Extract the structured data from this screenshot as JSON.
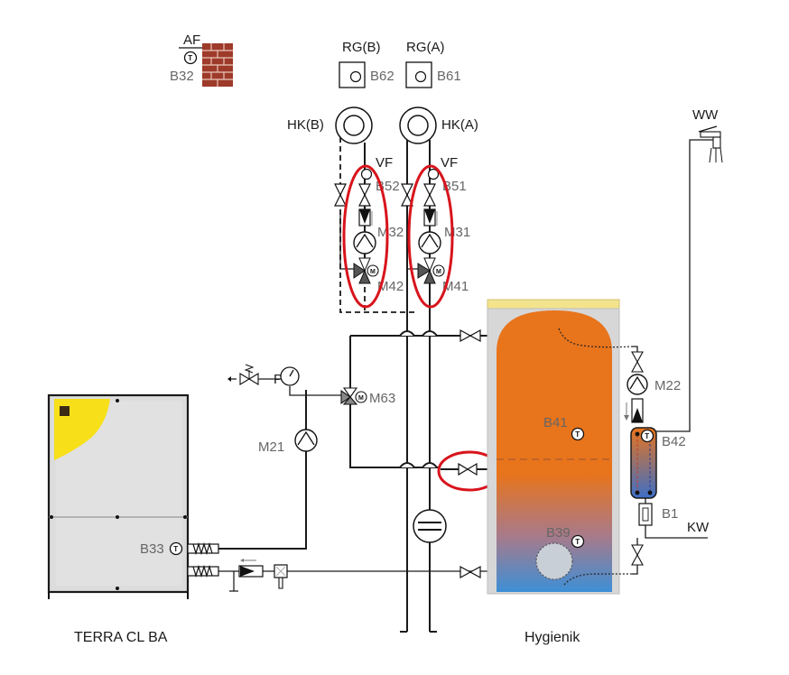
{
  "labels": {
    "af": "AF",
    "b32": "B32",
    "rg_b": "RG(B)",
    "rg_a": "RG(A)",
    "b62": "B62",
    "b61": "B61",
    "hk_b": "HK(B)",
    "hk_a": "HK(A)",
    "vf_b": "VF",
    "vf_a": "VF",
    "b52": "B52",
    "b51": "B51",
    "m32": "M32",
    "m31": "M31",
    "m42": "M42",
    "m41": "M41",
    "ww": "WW",
    "m22": "M22",
    "b41": "B41",
    "b42": "B42",
    "b1": "B1",
    "kw": "KW",
    "b39": "B39",
    "p": "P",
    "m63": "M63",
    "m21": "M21",
    "b33": "B33"
  },
  "symbols": {
    "temp": "T",
    "motor": "M"
  },
  "captions": {
    "heat_pump": "TERRA CL BA",
    "tank": "Hygienik"
  },
  "colors": {
    "tank_top": "#e8741c",
    "tank_bottom": "#3d8fd6",
    "highlight": "#d8141c",
    "brick": "#9e3a2a",
    "heat_pump_logo": "#f7e019"
  },
  "icons": [
    "brick-wall-icon",
    "room-controller-icon",
    "heating-circuit-icon",
    "pump-icon",
    "valve-icon",
    "mixing-valve-icon",
    "tap-icon",
    "temperature-sensor-icon"
  ]
}
